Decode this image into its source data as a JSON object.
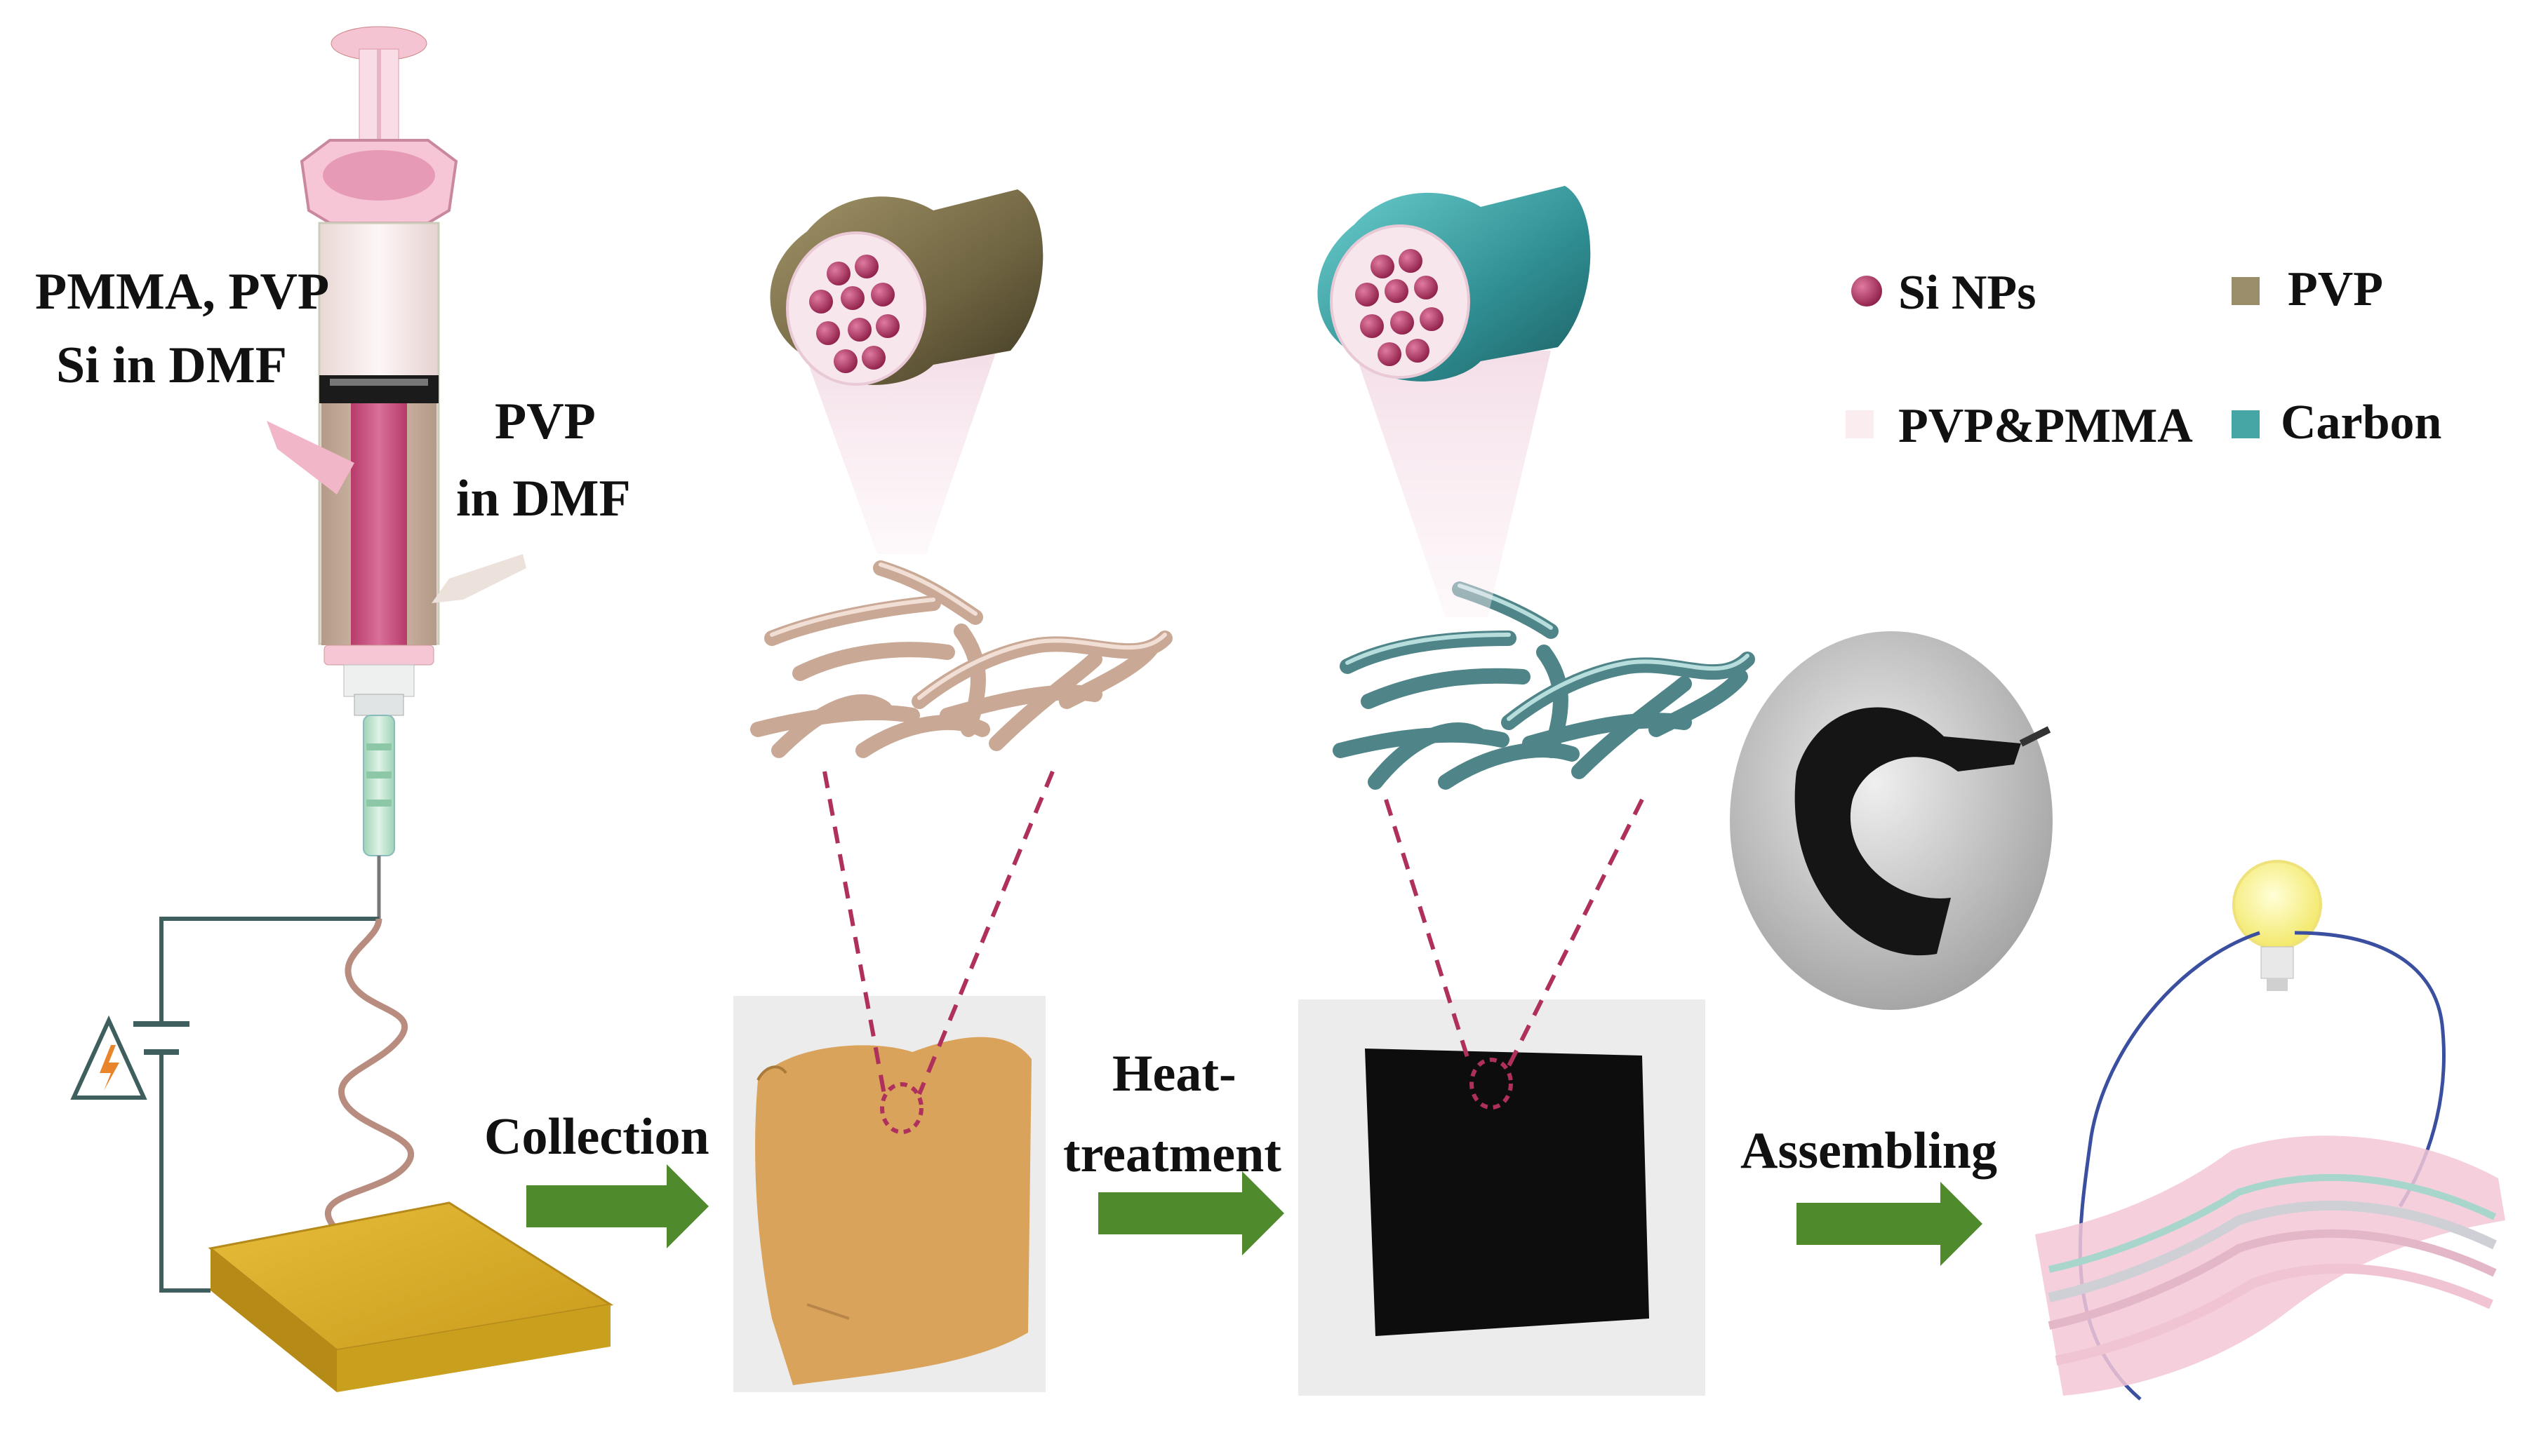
{
  "labels": {
    "syringe_inner_line1": "PMMA, PVP",
    "syringe_inner_line2": "Si in DMF",
    "syringe_outer_line1": "PVP",
    "syringe_outer_line2": "in DMF",
    "collection": "Collection",
    "heat_line1": "Heat-",
    "heat_line2": "treatment",
    "assembling": "Assembling"
  },
  "legend": [
    {
      "label": "Si NPs",
      "color": "#b8325e"
    },
    {
      "label": "PVP",
      "color": "#9a8d6a"
    },
    {
      "label": "PVP&PMMA",
      "color": "#fbecef"
    },
    {
      "label": "Carbon",
      "color": "#46a6a6"
    }
  ],
  "colors": {
    "pvp_shell": "#7a6f4c",
    "carbon_shell": "#3a9ea1",
    "si_np": "#b8325e",
    "core": "#f7e6ec",
    "fiber_pvp": "#c9a996",
    "fiber_carbon": "#4f8588",
    "arrow": "#4f8a2c",
    "collector": "#d6ad2a",
    "tan_film": "#d9a35c",
    "black_film": "#0d0d0d",
    "dashed": "#b0305d"
  },
  "icons": {
    "high_voltage": "high-voltage-warning-icon",
    "bulb": "light-bulb-icon"
  }
}
